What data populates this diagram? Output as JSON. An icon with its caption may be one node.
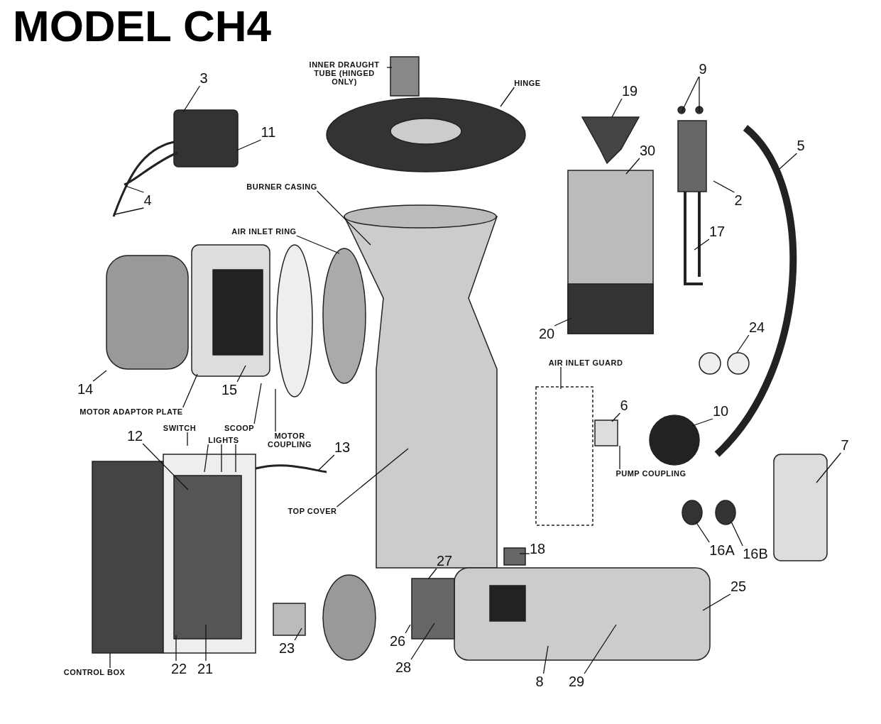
{
  "diagram": {
    "title": "MODEL CH4",
    "nodes": [
      {
        "text": [
          "INNER DRAUGHT TUBE (HINGED ONLY)"
        ]
      },
      {
        "text": [
          "HINGE"
        ]
      },
      {
        "text": [
          "3"
        ]
      },
      {
        "text": [
          "11"
        ]
      },
      {
        "text": [
          "4"
        ]
      },
      {
        "text": [
          "19"
        ]
      },
      {
        "text": [
          "9"
        ]
      },
      {
        "text": [
          "5"
        ]
      },
      {
        "text": [
          "2"
        ]
      },
      {
        "text": [
          "30"
        ]
      },
      {
        "text": [
          "17"
        ]
      },
      {
        "text": [
          "BURNER CASING"
        ]
      },
      {
        "text": [
          "AIR INLET RING"
        ]
      },
      {
        "text": [
          "20"
        ]
      },
      {
        "text": [
          "24"
        ]
      },
      {
        "text": [
          "14"
        ]
      },
      {
        "text": [
          "AIR INLET GUARD"
        ]
      },
      {
        "text": [
          "6"
        ]
      },
      {
        "text": [
          "10"
        ]
      },
      {
        "text": [
          "MOTOR ADAPTOR PLATE"
        ]
      },
      {
        "text": [
          "15"
        ]
      },
      {
        "text": [
          "SCOOP"
        ]
      },
      {
        "text": [
          "MOTOR COUPLING"
        ]
      },
      {
        "text": [
          "SWITCH"
        ]
      },
      {
        "text": [
          "LIGHTS"
        ]
      },
      {
        "text": [
          "12"
        ]
      },
      {
        "text": [
          "13"
        ]
      },
      {
        "text": [
          "PUMP COUPLING"
        ]
      },
      {
        "text": [
          "7"
        ]
      },
      {
        "text": [
          "TOP COVER"
        ]
      },
      {
        "text": [
          "16A"
        ]
      },
      {
        "text": [
          "16B"
        ]
      },
      {
        "text": [
          "18"
        ]
      },
      {
        "text": [
          "27"
        ]
      },
      {
        "text": [
          "25"
        ]
      },
      {
        "text": [
          "26"
        ]
      },
      {
        "text": [
          "28"
        ]
      },
      {
        "text": [
          "23"
        ]
      },
      {
        "text": [
          "CONTROL BOX"
        ]
      },
      {
        "text": [
          "22"
        ]
      },
      {
        "text": [
          "21"
        ]
      },
      {
        "text": [
          "8"
        ]
      },
      {
        "text": [
          "29"
        ]
      }
    ],
    "edges": [
      {
        "from": 0,
        "to": null,
        "arrow": "none"
      },
      {
        "from": 1,
        "to": null,
        "arrow": "none"
      },
      {
        "from": 2,
        "to": null,
        "arrow": "none"
      },
      {
        "from": 3,
        "to": null,
        "arrow": "none"
      },
      {
        "from": 4,
        "to": null,
        "arrow": "none"
      },
      {
        "from": 4,
        "to": null,
        "arrow": "none"
      },
      {
        "from": 5,
        "to": null,
        "arrow": "none"
      },
      {
        "from": 6,
        "to": null,
        "arrow": "none"
      },
      {
        "from": 6,
        "to": null,
        "arrow": "none"
      },
      {
        "from": 7,
        "to": null,
        "arrow": "none"
      },
      {
        "from": 8,
        "to": null,
        "arrow": "none"
      },
      {
        "from": 9,
        "to": null,
        "arrow": "none"
      },
      {
        "from": 10,
        "to": null,
        "arrow": "none"
      },
      {
        "from": 11,
        "to": null,
        "arrow": "none"
      },
      {
        "from": 12,
        "to": null,
        "arrow": "none"
      },
      {
        "from": 13,
        "to": null,
        "arrow": "none"
      },
      {
        "from": 14,
        "to": null,
        "arrow": "none"
      },
      {
        "from": 15,
        "to": null,
        "arrow": "none"
      },
      {
        "from": 16,
        "to": null,
        "arrow": "none"
      },
      {
        "from": 17,
        "to": null,
        "arrow": "none"
      },
      {
        "from": 18,
        "to": null,
        "arrow": "none"
      },
      {
        "from": 19,
        "to": null,
        "arrow": "none"
      },
      {
        "from": 20,
        "to": null,
        "arrow": "none"
      },
      {
        "from": 21,
        "to": null,
        "arrow": "none"
      },
      {
        "from": 22,
        "to": null,
        "arrow": "none"
      },
      {
        "from": 23,
        "to": null,
        "arrow": "none"
      },
      {
        "from": 24,
        "to": null,
        "arrow": "none"
      },
      {
        "from": 24,
        "to": null,
        "arrow": "none"
      },
      {
        "from": 24,
        "to": null,
        "arrow": "none"
      },
      {
        "from": 25,
        "to": null,
        "arrow": "none"
      },
      {
        "from": 26,
        "to": null,
        "arrow": "none"
      },
      {
        "from": 27,
        "to": null,
        "arrow": "none"
      },
      {
        "from": 28,
        "to": null,
        "arrow": "none"
      },
      {
        "from": 29,
        "to": null,
        "arrow": "none"
      },
      {
        "from": 30,
        "to": null,
        "arrow": "none"
      },
      {
        "from": 31,
        "to": null,
        "arrow": "none"
      },
      {
        "from": 32,
        "to": null,
        "arrow": "none"
      },
      {
        "from": 33,
        "to": null,
        "arrow": "none"
      },
      {
        "from": 34,
        "to": null,
        "arrow": "none"
      },
      {
        "from": 35,
        "to": null,
        "arrow": "none"
      },
      {
        "from": 36,
        "to": null,
        "arrow": "none"
      },
      {
        "from": 37,
        "to": null,
        "arrow": "none"
      },
      {
        "from": 38,
        "to": null,
        "arrow": "none"
      },
      {
        "from": 39,
        "to": null,
        "arrow": "none"
      },
      {
        "from": 40,
        "to": null,
        "arrow": "none"
      },
      {
        "from": 41,
        "to": null,
        "arrow": "none"
      },
      {
        "from": 42,
        "to": null,
        "arrow": "none"
      }
    ]
  }
}
